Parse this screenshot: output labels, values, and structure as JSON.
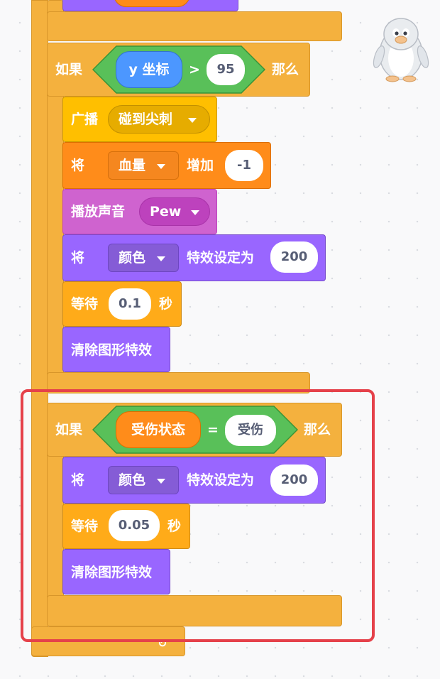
{
  "blocks": {
    "if1": {
      "if_label": "如果",
      "then_label": "那么",
      "reporter": "y 坐标",
      "operator": ">",
      "value": "95"
    },
    "broadcast": {
      "label": "广播",
      "message": "碰到尖刺"
    },
    "change_var": {
      "label_pre": "将",
      "variable": "血量",
      "label_mid": "增加",
      "value": "-1"
    },
    "play_sound": {
      "label": "播放声音",
      "sound": "Pew"
    },
    "set_effect1": {
      "label_pre": "将",
      "effect": "颜色",
      "label_mid": "特效设定为",
      "value": "200"
    },
    "wait1": {
      "label_pre": "等待",
      "value": "0.1",
      "label_post": "秒"
    },
    "clear1": {
      "label": "清除图形特效"
    },
    "if2": {
      "if_label": "如果",
      "then_label": "那么",
      "reporter": "受伤状态",
      "operator": "=",
      "value": "受伤"
    },
    "set_effect2": {
      "label_pre": "将",
      "effect": "颜色",
      "label_mid": "特效设定为",
      "value": "200"
    },
    "wait2": {
      "label_pre": "等待",
      "value": "0.05",
      "label_post": "秒"
    },
    "clear2": {
      "label": "清除图形特效"
    }
  },
  "colors": {
    "control": "#ffab19",
    "looks": "#9966ff",
    "events": "#ffbf00",
    "variables": "#ff8c1a",
    "sound": "#cf63cf",
    "operators": "#59c059",
    "sensing_reporter": "#4c97ff",
    "selection_outline": "#e5414a"
  },
  "sprite": {
    "icon": "penguin-sprite-icon"
  }
}
